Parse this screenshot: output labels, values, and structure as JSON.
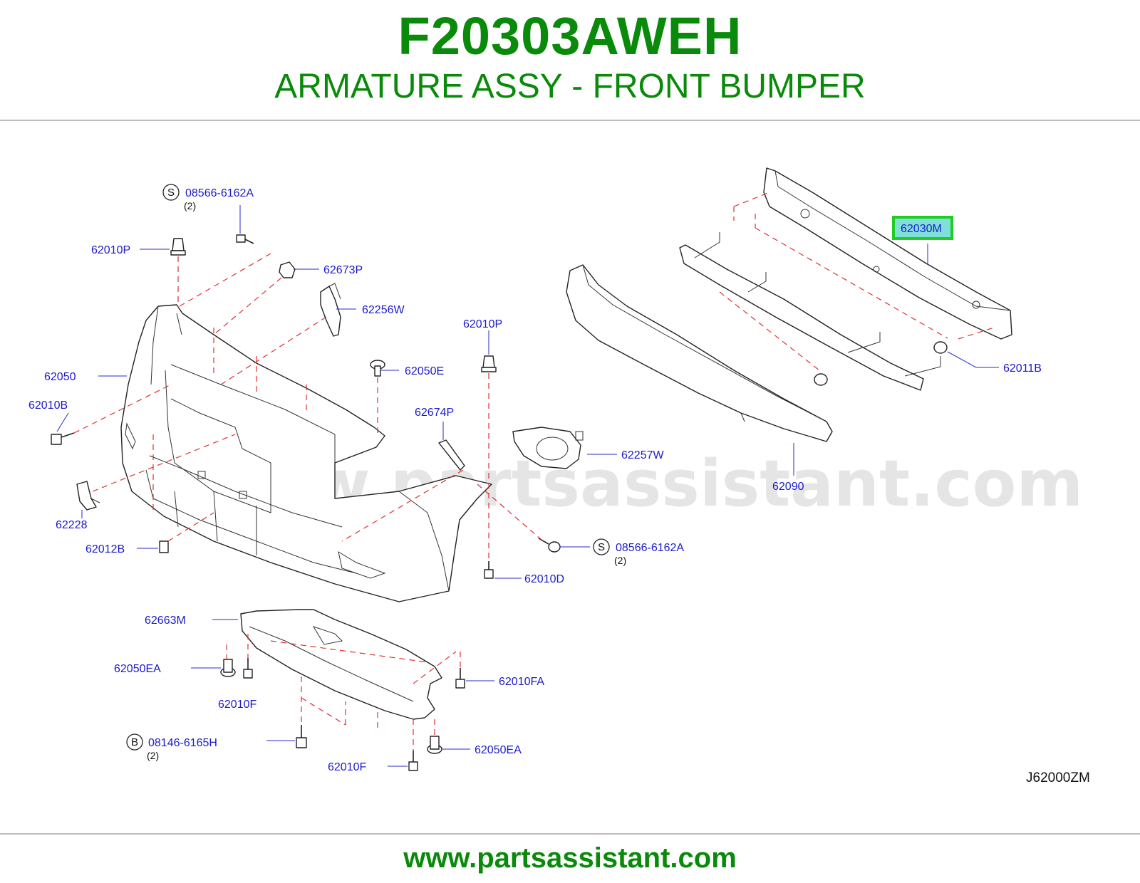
{
  "header": {
    "part_number": "F20303AWEH",
    "part_name": "ARMATURE ASSY - FRONT BUMPER"
  },
  "footer": {
    "url": "www.partsassistant.com"
  },
  "watermark": "www.partsassistant.com",
  "diagram_code": "J62000ZM",
  "highlight_color": "#22cc22",
  "labels": {
    "l_08566_top": "08566-6162A",
    "q_08566_top": "(2)",
    "b_08566_top": "S",
    "l_62010P_left": "62010P",
    "l_62673P": "62673P",
    "l_62256W": "62256W",
    "l_62010P_mid": "62010P",
    "l_62050": "62050",
    "l_62050E": "62050E",
    "l_62010B": "62010B",
    "l_62674P": "62674P",
    "l_62257W": "62257W",
    "l_62228": "62228",
    "l_62012B": "62012B",
    "l_08566_bot": "08566-6162A",
    "q_08566_bot": "(2)",
    "b_08566_bot": "S",
    "l_62010D": "62010D",
    "l_62030M": "62030M",
    "l_62011B": "62011B",
    "l_62090": "62090",
    "l_62663M": "62663M",
    "l_62050EA_left": "62050EA",
    "l_62010FA": "62010FA",
    "l_62010F_left": "62010F",
    "l_08146": "08146-6165H",
    "q_08146": "(2)",
    "b_08146": "B",
    "l_62050EA_right": "62050EA",
    "l_62010F_bot": "62010F"
  }
}
